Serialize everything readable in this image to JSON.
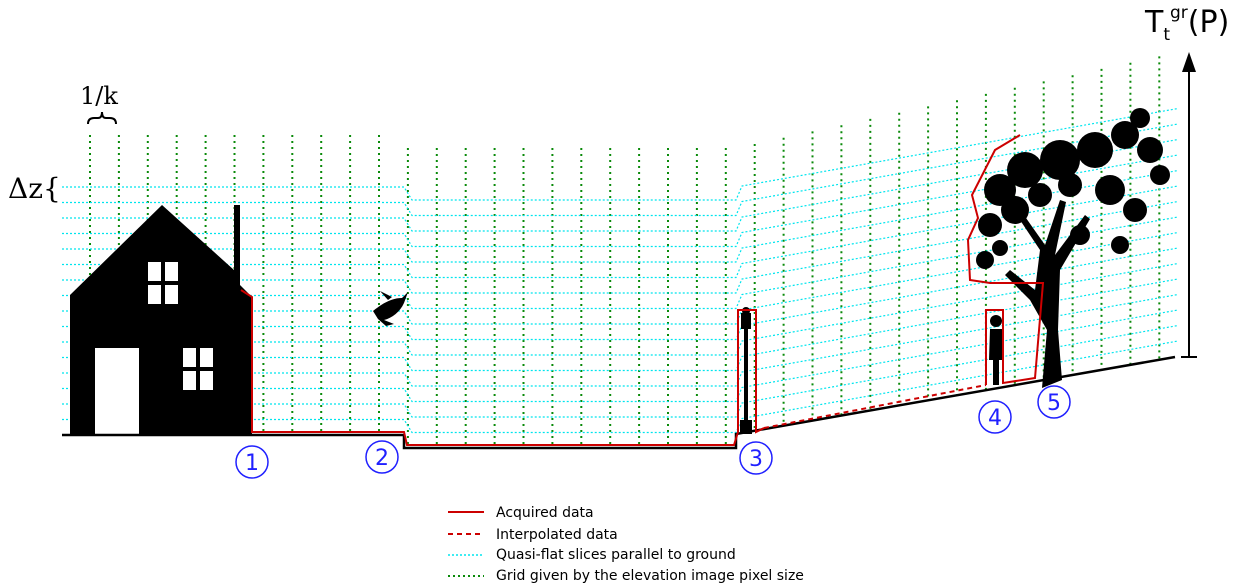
{
  "axis": {
    "label_main": "T",
    "label_sub": "t",
    "label_sup": "gr",
    "label_tail": "(P)"
  },
  "annotations": {
    "pixel_width": "1/k",
    "slice_height": "Δz{"
  },
  "markers": [
    "1",
    "2",
    "3",
    "4",
    "5"
  ],
  "legend": [
    {
      "text": "Acquired data",
      "style": "solid",
      "color": "#cc0000"
    },
    {
      "text": "Interpolated data",
      "style": "dashed",
      "color": "#cc0000"
    },
    {
      "text": "Quasi-flat slices parallel to ground",
      "style": "dotted",
      "color": "#00e5ee"
    },
    {
      "text": "Grid given by the elevation image pixel size",
      "style": "dotted",
      "color": "#0a8a0a"
    }
  ],
  "colors": {
    "ground": "#000000",
    "acquired": "#cc0000",
    "slices": "#00e5ee",
    "grid": "#0a8a0a",
    "markers": "#2020ff"
  },
  "icons": [
    "house-icon",
    "bird-icon",
    "street-lamp-icon",
    "person-icon",
    "tree-icon"
  ]
}
